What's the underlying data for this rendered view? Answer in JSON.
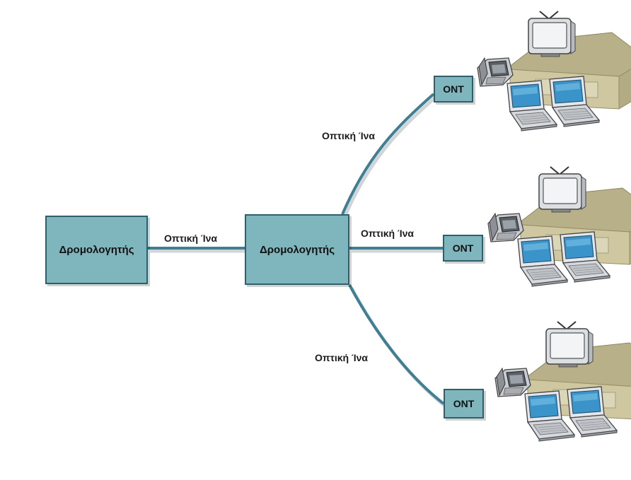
{
  "routers": [
    {
      "label": "Δρομολογητής"
    },
    {
      "label": "Δρομολογητής"
    }
  ],
  "onts": [
    {
      "label": "ONT"
    },
    {
      "label": "ONT"
    },
    {
      "label": "ONT"
    }
  ],
  "links": [
    {
      "label": "Οπτική Ίνα"
    },
    {
      "label": "Οπτική Ίνα"
    },
    {
      "label": "Οπτική Ίνα"
    },
    {
      "label": "Οπτική Ίνα"
    }
  ],
  "colors": {
    "box_fill": "#7fb5bd",
    "box_border": "#2f5f6a",
    "fiber": "#3f7f93",
    "house_roof": "#b8b089",
    "house_wall": "#cfc7a0"
  },
  "icons": [
    "television-icon",
    "house-icon",
    "ip-phone-icon",
    "laptop-icon"
  ]
}
